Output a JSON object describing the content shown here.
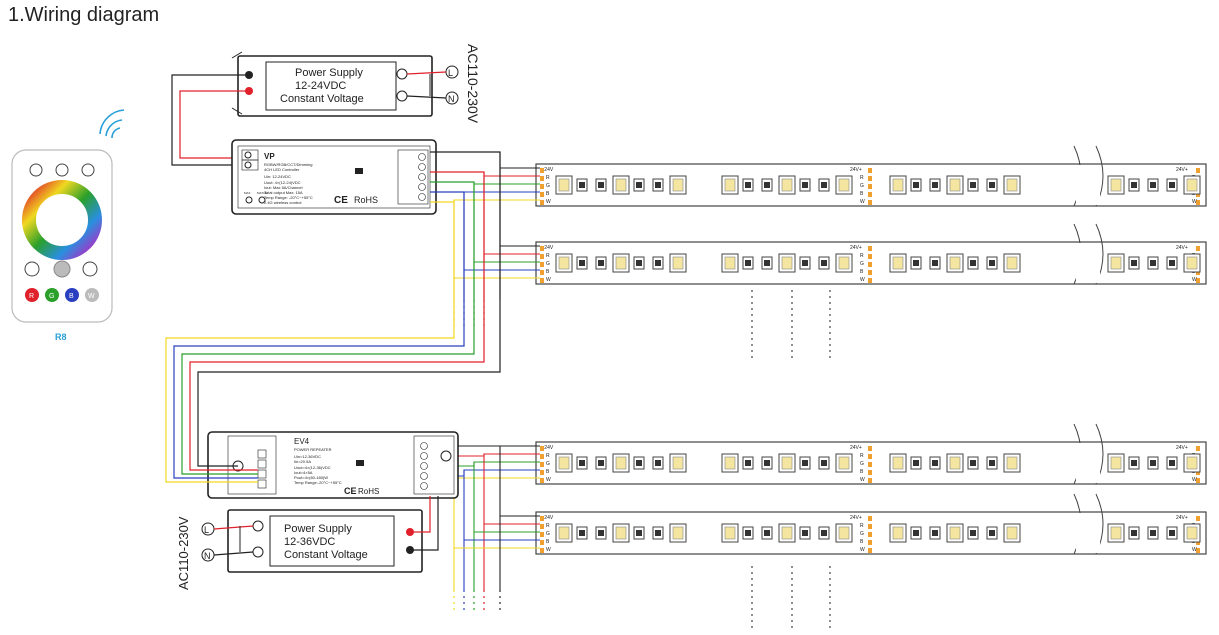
{
  "title": "1.Wiring diagram",
  "power_supply_top": {
    "line1": "Power Supply",
    "line2": "12-24VDC",
    "line3": "Constant Voltage",
    "ac_label": "AC110-230V",
    "l": "L",
    "n": "N"
  },
  "power_supply_bottom": {
    "line1": "Power Supply",
    "line2": "12-36VDC",
    "line3": "Constant Voltage",
    "ac_label": "AC110-230V",
    "l": "L",
    "n": "N"
  },
  "controller": {
    "name": "VP",
    "subtitle": "RGBW/RGB/CCT/Dimming",
    "subtitle2": "4CH LED Controller",
    "spec1": "Uin: 12-24VDC",
    "spec2": "Uout: 4×(12-24)VDC",
    "spec3": "Iout: Max 5A/Channel",
    "spec4": "Total output Max: 15A",
    "spec5": "Temp Range: -20°C~+55°C",
    "spec6": "2.4G wireless control",
    "rohs": "RoHS",
    "ce": "CE",
    "bottom_labels": [
      "MAX",
      "MATCH"
    ]
  },
  "repeater": {
    "name": "EV4",
    "subtitle": "POWER REPEATER",
    "spec1": "Uin=12-36VDC",
    "spec2": "Iin=20.5A",
    "spec3": "Uout=4×(12-36)VDC",
    "spec4": "Iout=4×5A",
    "spec5": "Pout=4×(60-180)W",
    "spec6": "Temp Range:-20°C~+55°C",
    "rohs": "RoHS",
    "ce": "CE"
  },
  "remote": {
    "model": "R8",
    "buttons": [
      "R",
      "G",
      "B",
      "W"
    ]
  },
  "strip": {
    "left_label": "+ 24V",
    "right_label": "24V+",
    "pins": [
      "R",
      "G",
      "B",
      "W"
    ]
  },
  "colors": {
    "red": "#e0202a",
    "green": "#2aa02a",
    "blue": "#2a3fc0",
    "yellow": "#f0d820",
    "black": "#222222",
    "remote_blue": "#2aa0d8"
  }
}
